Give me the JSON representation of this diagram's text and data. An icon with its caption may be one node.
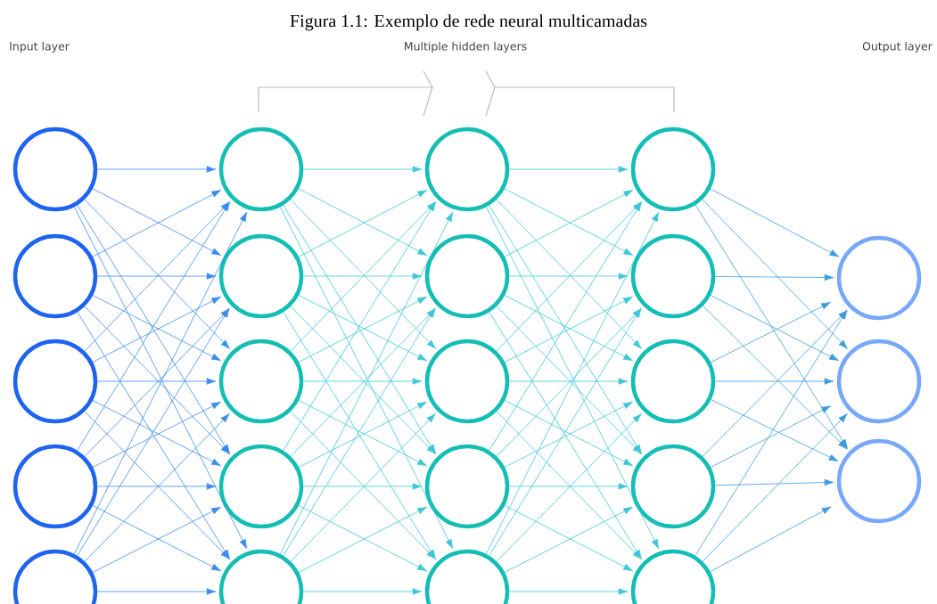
{
  "diagram": {
    "title": "Figura 1.1: Exemplo de rede neural multicamadas",
    "nodes": [
      {
        "text": [],
        "shape": "circle"
      },
      {
        "text": [],
        "shape": "circle"
      },
      {
        "text": [],
        "shape": "circle"
      },
      {
        "text": [],
        "shape": "circle"
      },
      {
        "text": [],
        "shape": "circle"
      },
      {
        "text": [],
        "shape": "circle"
      },
      {
        "text": [],
        "shape": "circle"
      },
      {
        "text": [],
        "shape": "circle"
      },
      {
        "text": [],
        "shape": "circle"
      },
      {
        "text": [],
        "shape": "circle"
      },
      {
        "text": [],
        "shape": "circle"
      },
      {
        "text": [],
        "shape": "circle"
      },
      {
        "text": [],
        "shape": "circle"
      },
      {
        "text": [],
        "shape": "circle"
      },
      {
        "text": [],
        "shape": "circle"
      },
      {
        "text": [],
        "shape": "circle"
      },
      {
        "text": [],
        "shape": "circle"
      },
      {
        "text": [],
        "shape": "circle"
      },
      {
        "text": [],
        "shape": "circle"
      },
      {
        "text": [],
        "shape": "circle"
      },
      {
        "text": [],
        "shape": "circle"
      },
      {
        "text": [],
        "shape": "circle"
      },
      {
        "text": [],
        "shape": "circle"
      }
    ],
    "edges": [
      {
        "from": 0,
        "to": 5,
        "arrow": "to"
      },
      {
        "from": 0,
        "to": 6,
        "arrow": "to"
      },
      {
        "from": 0,
        "to": 7,
        "arrow": "to"
      },
      {
        "from": 0,
        "to": 8,
        "arrow": "to"
      },
      {
        "from": 0,
        "to": 9,
        "arrow": "to"
      },
      {
        "from": 1,
        "to": 5,
        "arrow": "to"
      },
      {
        "from": 1,
        "to": 6,
        "arrow": "to"
      },
      {
        "from": 1,
        "to": 7,
        "arrow": "to"
      },
      {
        "from": 1,
        "to": 8,
        "arrow": "to"
      },
      {
        "from": 1,
        "to": 9,
        "arrow": "to"
      },
      {
        "from": 2,
        "to": 5,
        "arrow": "to"
      },
      {
        "from": 2,
        "to": 6,
        "arrow": "to"
      },
      {
        "from": 2,
        "to": 7,
        "arrow": "to"
      },
      {
        "from": 2,
        "to": 8,
        "arrow": "to"
      },
      {
        "from": 2,
        "to": 9,
        "arrow": "to"
      },
      {
        "from": 3,
        "to": 5,
        "arrow": "to"
      },
      {
        "from": 3,
        "to": 6,
        "arrow": "to"
      },
      {
        "from": 3,
        "to": 7,
        "arrow": "to"
      },
      {
        "from": 3,
        "to": 8,
        "arrow": "to"
      },
      {
        "from": 3,
        "to": 9,
        "arrow": "to"
      },
      {
        "from": 4,
        "to": 5,
        "arrow": "to"
      },
      {
        "from": 4,
        "to": 6,
        "arrow": "to"
      },
      {
        "from": 4,
        "to": 7,
        "arrow": "to"
      },
      {
        "from": 4,
        "to": 8,
        "arrow": "to"
      },
      {
        "from": 4,
        "to": 9,
        "arrow": "to"
      },
      {
        "from": 5,
        "to": 10,
        "arrow": "to"
      },
      {
        "from": 5,
        "to": 11,
        "arrow": "to"
      },
      {
        "from": 5,
        "to": 12,
        "arrow": "to"
      },
      {
        "from": 5,
        "to": 13,
        "arrow": "to"
      },
      {
        "from": 5,
        "to": 14,
        "arrow": "to"
      },
      {
        "from": 6,
        "to": 10,
        "arrow": "to"
      },
      {
        "from": 6,
        "to": 11,
        "arrow": "to"
      },
      {
        "from": 6,
        "to": 12,
        "arrow": "to"
      },
      {
        "from": 6,
        "to": 13,
        "arrow": "to"
      },
      {
        "from": 6,
        "to": 14,
        "arrow": "to"
      },
      {
        "from": 7,
        "to": 10,
        "arrow": "to"
      },
      {
        "from": 7,
        "to": 11,
        "arrow": "to"
      },
      {
        "from": 7,
        "to": 12,
        "arrow": "to"
      },
      {
        "from": 7,
        "to": 13,
        "arrow": "to"
      },
      {
        "from": 7,
        "to": 14,
        "arrow": "to"
      },
      {
        "from": 8,
        "to": 10,
        "arrow": "to"
      },
      {
        "from": 8,
        "to": 11,
        "arrow": "to"
      },
      {
        "from": 8,
        "to": 12,
        "arrow": "to"
      },
      {
        "from": 8,
        "to": 13,
        "arrow": "to"
      },
      {
        "from": 8,
        "to": 14,
        "arrow": "to"
      },
      {
        "from": 9,
        "to": 10,
        "arrow": "to"
      },
      {
        "from": 9,
        "to": 11,
        "arrow": "to"
      },
      {
        "from": 9,
        "to": 12,
        "arrow": "to"
      },
      {
        "from": 9,
        "to": 13,
        "arrow": "to"
      },
      {
        "from": 9,
        "to": 14,
        "arrow": "to"
      },
      {
        "from": 10,
        "to": 15,
        "arrow": "to"
      },
      {
        "from": 10,
        "to": 16,
        "arrow": "to"
      },
      {
        "from": 10,
        "to": 17,
        "arrow": "to"
      },
      {
        "from": 10,
        "to": 18,
        "arrow": "to"
      },
      {
        "from": 10,
        "to": 19,
        "arrow": "to"
      },
      {
        "from": 11,
        "to": 15,
        "arrow": "to"
      },
      {
        "from": 11,
        "to": 16,
        "arrow": "to"
      },
      {
        "from": 11,
        "to": 17,
        "arrow": "to"
      },
      {
        "from": 11,
        "to": 18,
        "arrow": "to"
      },
      {
        "from": 11,
        "to": 19,
        "arrow": "to"
      },
      {
        "from": 12,
        "to": 15,
        "arrow": "to"
      },
      {
        "from": 12,
        "to": 16,
        "arrow": "to"
      },
      {
        "from": 12,
        "to": 17,
        "arrow": "to"
      },
      {
        "from": 12,
        "to": 18,
        "arrow": "to"
      },
      {
        "from": 12,
        "to": 19,
        "arrow": "to"
      },
      {
        "from": 13,
        "to": 15,
        "arrow": "to"
      },
      {
        "from": 13,
        "to": 16,
        "arrow": "to"
      },
      {
        "from": 13,
        "to": 17,
        "arrow": "to"
      },
      {
        "from": 13,
        "to": 18,
        "arrow": "to"
      },
      {
        "from": 13,
        "to": 19,
        "arrow": "to"
      },
      {
        "from": 14,
        "to": 15,
        "arrow": "to"
      },
      {
        "from": 14,
        "to": 16,
        "arrow": "to"
      },
      {
        "from": 14,
        "to": 17,
        "arrow": "to"
      },
      {
        "from": 14,
        "to": 18,
        "arrow": "to"
      },
      {
        "from": 14,
        "to": 19,
        "arrow": "to"
      },
      {
        "from": 15,
        "to": 20,
        "arrow": "to"
      },
      {
        "from": 15,
        "to": 21,
        "arrow": "to"
      },
      {
        "from": 15,
        "to": 22,
        "arrow": "to"
      },
      {
        "from": 16,
        "to": 20,
        "arrow": "to"
      },
      {
        "from": 16,
        "to": 21,
        "arrow": "to"
      },
      {
        "from": 16,
        "to": 22,
        "arrow": "to"
      },
      {
        "from": 17,
        "to": 20,
        "arrow": "to"
      },
      {
        "from": 17,
        "to": 21,
        "arrow": "to"
      },
      {
        "from": 17,
        "to": 22,
        "arrow": "to"
      },
      {
        "from": 18,
        "to": 20,
        "arrow": "to"
      },
      {
        "from": 18,
        "to": 21,
        "arrow": "to"
      },
      {
        "from": 18,
        "to": 22,
        "arrow": "to"
      },
      {
        "from": 19,
        "to": 20,
        "arrow": "to"
      },
      {
        "from": 19,
        "to": 21,
        "arrow": "to"
      },
      {
        "from": 19,
        "to": 22,
        "arrow": "to"
      }
    ],
    "labels": [
      "Input layer",
      "Multiple hidden layers",
      "Output layer"
    ]
  }
}
